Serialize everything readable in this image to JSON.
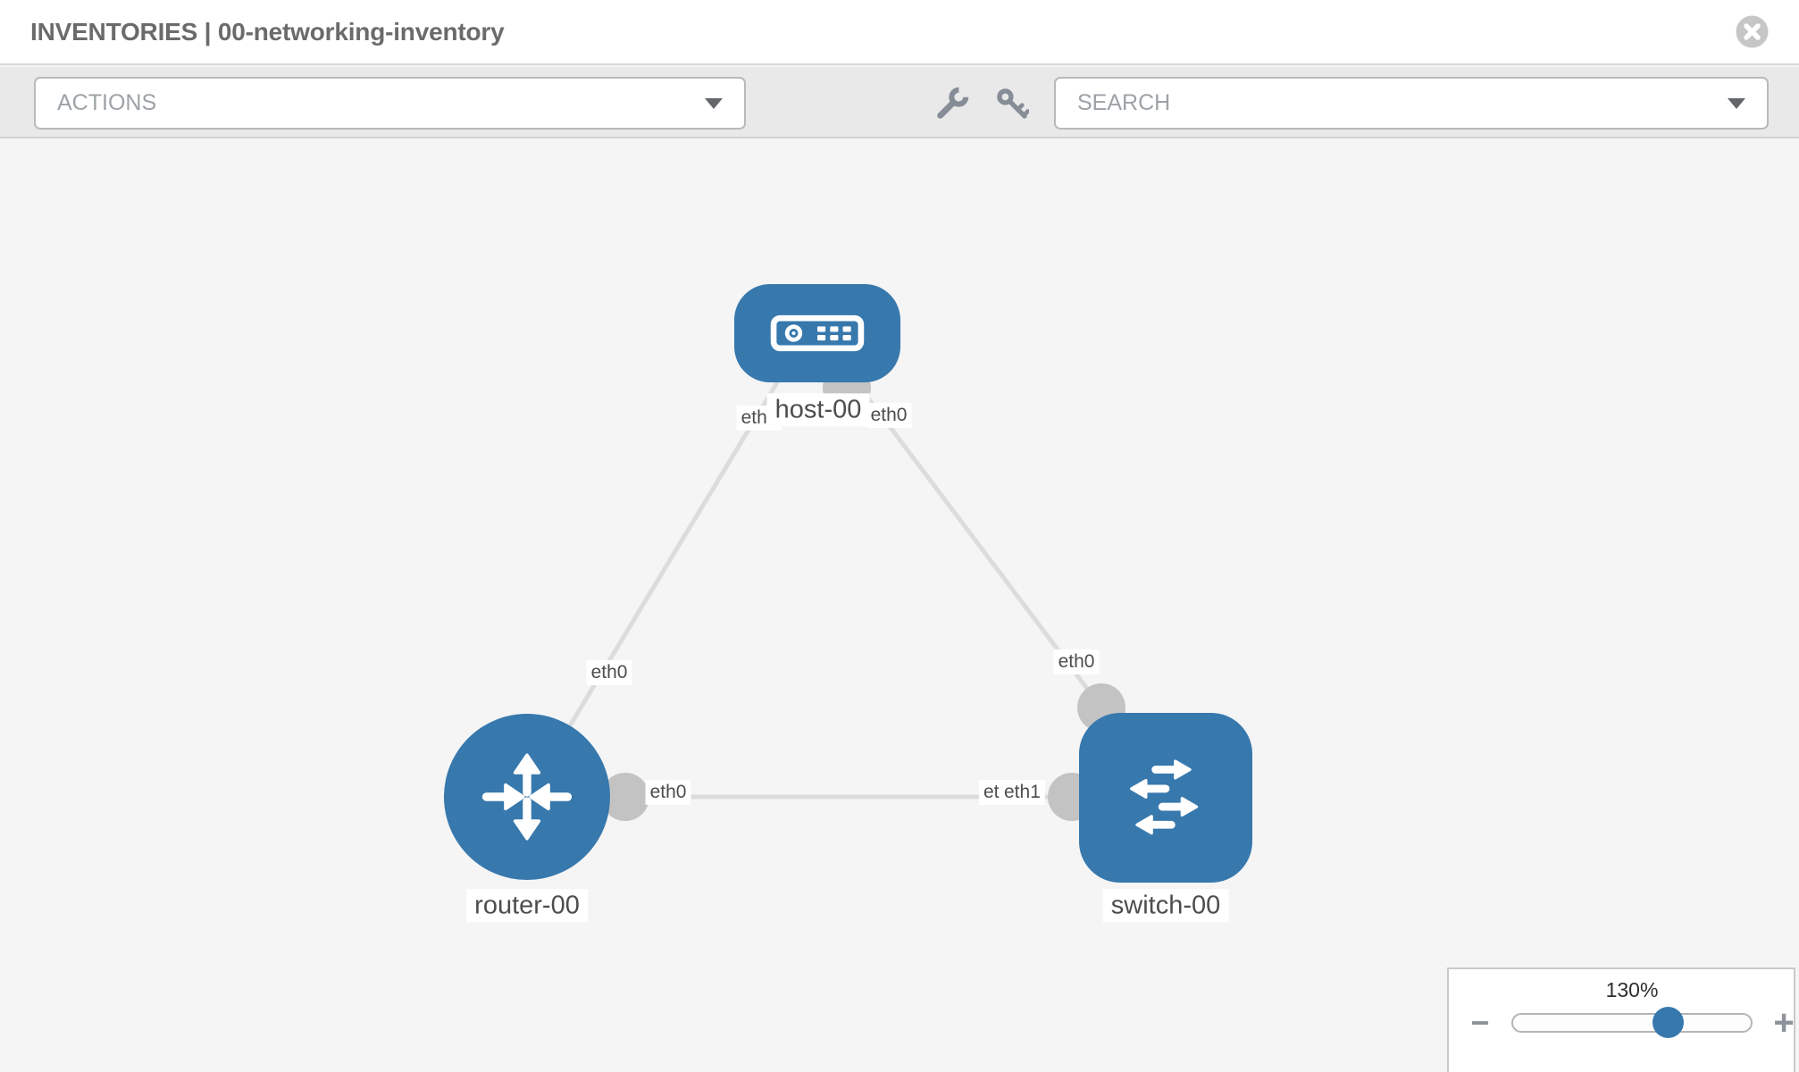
{
  "header": {
    "title": "INVENTORIES | 00-networking-inventory",
    "close_icon": "circle-x"
  },
  "toolbar": {
    "actions_label": "ACTIONS",
    "search_label": "SEARCH",
    "icons": [
      "wrench",
      "key"
    ],
    "dropdown_icon": "caret-down"
  },
  "topology": {
    "nodes": [
      {
        "id": "host-00",
        "type": "host",
        "label": "host-00",
        "icon": "server"
      },
      {
        "id": "router-00",
        "type": "router",
        "label": "router-00",
        "icon": "router-arrows"
      },
      {
        "id": "switch-00",
        "type": "switch",
        "label": "switch-00",
        "icon": "switch-arrows"
      }
    ],
    "links": [
      {
        "from": "router-00",
        "to": "host-00",
        "from_label": "eth0",
        "to_label": "eth0"
      },
      {
        "from": "host-00",
        "to": "switch-00",
        "from_label": "eth0",
        "to_label": "eth0"
      },
      {
        "from": "router-00",
        "to": "switch-00",
        "from_label": "eth0",
        "to_label_back": "eth0",
        "to_label_front": "eth1"
      }
    ]
  },
  "zoom_control": {
    "value_label": "130%",
    "percent": 130,
    "minus_label": "−",
    "plus_label": "+"
  },
  "colors": {
    "node_blue": "#3778ad",
    "link_gray": "#dcdcdc",
    "port_gray": "#c3c3c3",
    "toolbar_bg": "#e9e9e9",
    "canvas_bg": "#f5f5f5"
  }
}
